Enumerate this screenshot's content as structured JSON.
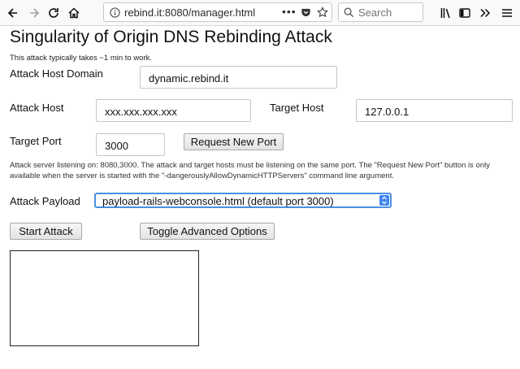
{
  "browser": {
    "url": "rebind.it:8080/manager.html",
    "search_placeholder": "Search"
  },
  "page": {
    "title": "Singularity of Origin DNS Rebinding Attack",
    "note": "This attack typically takes ~1 min to work.",
    "attack_host_domain": {
      "label": "Attack Host Domain",
      "value": "dynamic.rebind.it"
    },
    "attack_host": {
      "label": "Attack Host",
      "value": "xxx.xxx.xxx.xxx"
    },
    "target_host": {
      "label": "Target Host",
      "value": "127.0.0.1"
    },
    "target_port": {
      "label": "Target Port",
      "value": "3000"
    },
    "request_port_button": "Request New Port",
    "server_info": "Attack server listening on: 8080,3000. The attack and target hosts must be listening on the same port. The \"Request New Port\" button is only available when the server is started with the \"-dangerouslyAllowDynamicHTTPServers\" command line argument.",
    "attack_payload": {
      "label": "Attack Payload",
      "selected": "payload-rails-webconsole.html (default port 3000)"
    },
    "start_button": "Start Attack",
    "toggle_button": "Toggle Advanced Options"
  },
  "colors": {
    "select_focus": "#4a90e2",
    "select_arrow": "#3f83f1"
  }
}
